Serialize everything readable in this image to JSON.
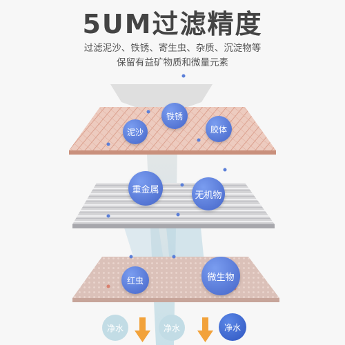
{
  "headline": "5UM过滤精度",
  "subtitle_line1": "过滤泥沙、铁锈、寄生虫、杂质、沉淀物等",
  "subtitle_line2": "保留有益矿物质和微量元素",
  "layer1": {
    "badges": [
      "泥沙",
      "铁锈",
      "胶体"
    ]
  },
  "layer2": {
    "badges": [
      "重金属",
      "无机物"
    ]
  },
  "layer3": {
    "badges": [
      "红虫",
      "微生物"
    ]
  },
  "outlets": [
    "净水",
    "净水",
    "净水"
  ],
  "colors": {
    "badge_blue": "#4f72d6",
    "arrow_orange": "#f2a23a",
    "mesh_layer": "#ecc9bd",
    "mesh_lines": "#d99a85",
    "metal_layer": "#d6d6d8",
    "fabric_layer": "#dbc1b9",
    "water_column": "#b9dbe6"
  },
  "icons": [
    "arrow-down-icon"
  ]
}
